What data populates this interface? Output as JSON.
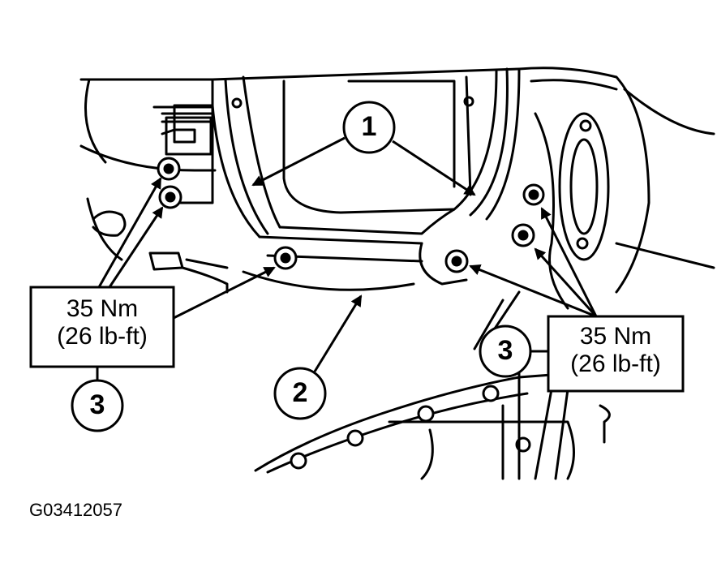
{
  "callouts": [
    {
      "number": "1",
      "meaning": ""
    },
    {
      "number": "2",
      "meaning": ""
    },
    {
      "number": "3",
      "meaning": ""
    },
    {
      "number": "3",
      "meaning": ""
    }
  ],
  "specs": [
    {
      "value": "35 Nm",
      "alt": "(26 lb-ft)"
    },
    {
      "value": "35 Nm",
      "alt": "(26 lb-ft)"
    }
  ],
  "figure_id": "G03412057"
}
